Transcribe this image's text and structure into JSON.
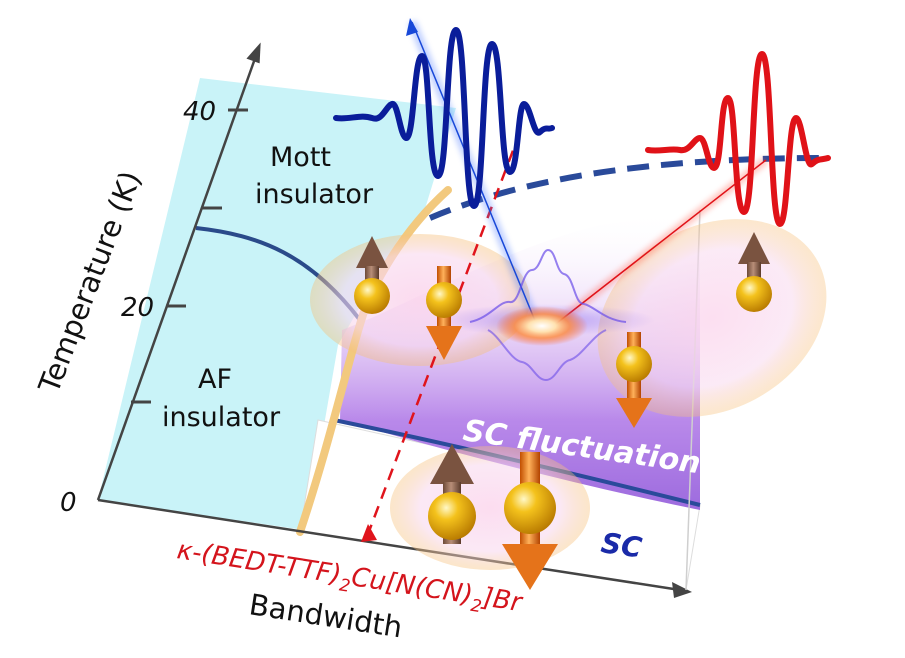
{
  "axes": {
    "y_title": "Temperature (K)",
    "x_title": "Bandwidth",
    "y_ticks": [
      "40",
      "20",
      "0"
    ]
  },
  "regions": {
    "mott_line1": "Mott",
    "mott_line2": "insulator",
    "af_line1": "AF",
    "af_line2": "insulator",
    "sc_fluctuation": "SC fluctuation",
    "sc": "SC"
  },
  "compound": {
    "part1": "κ-(BEDT-TTF)",
    "sub1": "2",
    "part2": "Cu[N(CN)",
    "sub2": "2",
    "part3": "]Br"
  },
  "colors": {
    "insulator_region": "#c9f3f8",
    "mott_boundary": "#f2c97e",
    "sc_fluctuation": "#b58ae6",
    "probe_pulse": "#0a1d9a",
    "pump_pulse": "#e01218",
    "compound_marker": "#e0141c",
    "sc_label": "#1a2aa8"
  },
  "icons": [
    "spin-up-arrow-icon",
    "spin-down-arrow-icon",
    "electron-sphere-icon",
    "light-pulse-icon"
  ]
}
